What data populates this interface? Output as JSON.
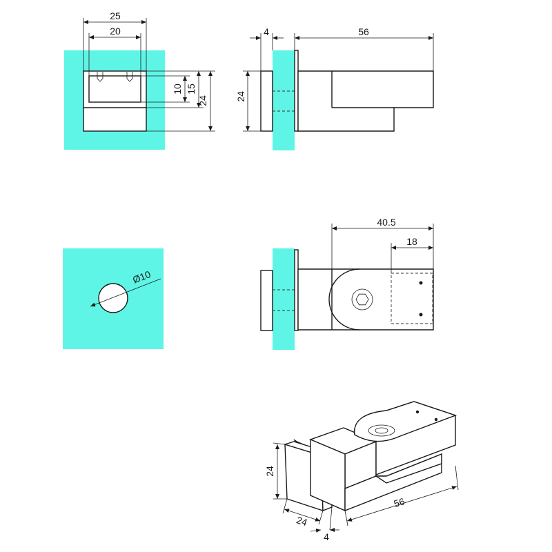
{
  "colors": {
    "glass": "#5ff5e6",
    "line": "#1a1a1a",
    "background": "#ffffff"
  },
  "front_view": {
    "dim_outer": "25",
    "dim_inner": "20",
    "dim_10": "10",
    "dim_15": "15",
    "dim_24": "24"
  },
  "side_view": {
    "dim_thickness": "4",
    "dim_length": "56",
    "dim_height": "24"
  },
  "hole_view": {
    "dim_diameter": "Ø10"
  },
  "top_view": {
    "dim_40_5": "40.5",
    "dim_18": "18"
  },
  "iso_view": {
    "dim_height": "24",
    "dim_width": "24",
    "dim_thickness": "4",
    "dim_length": "56"
  }
}
